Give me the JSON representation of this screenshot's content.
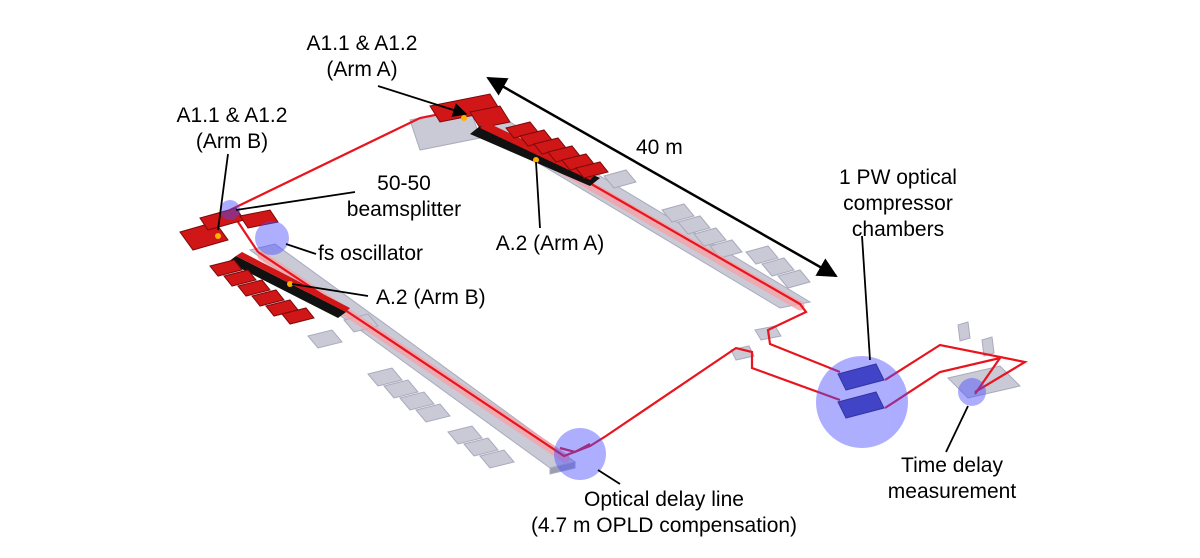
{
  "labels": {
    "a11_a12_arm_a_line1": "A1.1 & A1.2",
    "a11_a12_arm_a_line2": "(Arm A)",
    "a11_a12_arm_b_line1": "A1.1 & A1.2",
    "a11_a12_arm_b_line2": "(Arm B)",
    "beamsplitter_line1": "50-50",
    "beamsplitter_line2": "beamsplitter",
    "fs_oscillator": "fs oscillator",
    "a2_arm_a": "A.2 (Arm A)",
    "a2_arm_b": "A.2 (Arm B)",
    "distance": "40 m",
    "compressor_line1": "1 PW optical",
    "compressor_line2": "compressor",
    "compressor_line3": "chambers",
    "time_delay_line1": "Time delay",
    "time_delay_line2": "measurement",
    "delay_line_line1": "Optical delay line",
    "delay_line_line2": "(4.7 m OPLD compensation)"
  },
  "colors": {
    "beam": "#e8141e",
    "beam_glow": "#f4a3a8",
    "amplifier": "#d01616",
    "amplifier_dark": "#7a0a0a",
    "table": "#c9cad6",
    "table_dark": "#9c9eb0",
    "highlight": "#4b4bff",
    "focus_dot": "#ffb000"
  }
}
